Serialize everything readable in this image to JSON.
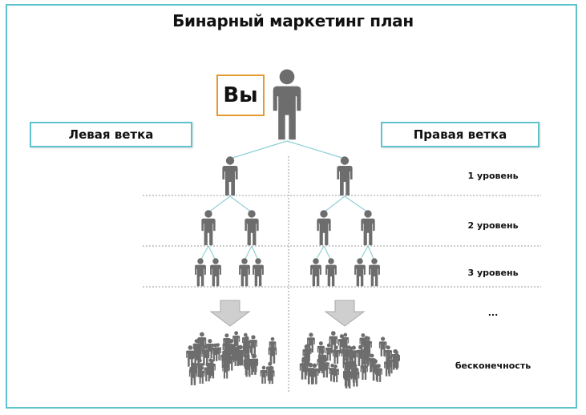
{
  "title": "Бинарный маркетинг план",
  "you_label": "Вы",
  "left_branch": "Левая ветка",
  "right_branch": "Правая ветка",
  "levels": [
    "1 уровень",
    "2 уровень",
    "3 уровень",
    "...",
    "бесконечность"
  ],
  "colors": {
    "frame": "#5fc3cc",
    "you_box": "#e29b2f",
    "person": "#6d6d6d",
    "line": "#8fd0d6",
    "arrow": "#cfcfcf"
  }
}
